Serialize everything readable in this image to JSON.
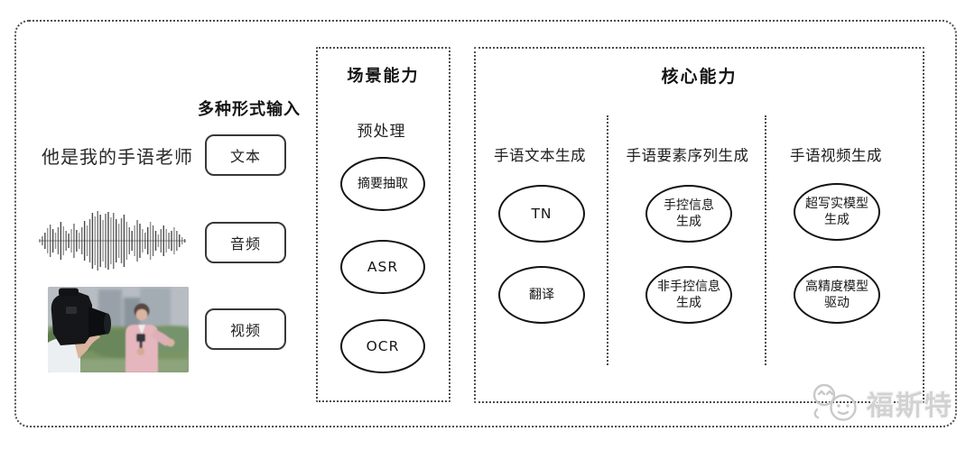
{
  "diagram": {
    "input": {
      "title": "多种形式输入",
      "sample_sentence": "他是我的手语老师",
      "modalities": [
        {
          "label": "文本"
        },
        {
          "label": "音频"
        },
        {
          "label": "视频"
        }
      ]
    },
    "scene": {
      "title": "场景能力",
      "group_label": "预处理",
      "nodes": [
        {
          "label": "摘要抽取"
        },
        {
          "label": "ASR"
        },
        {
          "label": "OCR"
        }
      ]
    },
    "core": {
      "title": "核心能力",
      "columns": [
        {
          "header": "手语文本生成",
          "nodes": [
            {
              "label": "TN"
            },
            {
              "label": "翻译"
            }
          ]
        },
        {
          "header": "手语要素序列生成",
          "nodes": [
            {
              "label": "手控信息\n生成"
            },
            {
              "label": "非手控信息\n生成"
            }
          ]
        },
        {
          "header": "手语视频生成",
          "nodes": [
            {
              "label": "超写实模型\n生成"
            },
            {
              "label": "高精度模型\n驱动"
            }
          ]
        }
      ]
    },
    "watermark": {
      "text": "福斯特",
      "icon": "cat-face-icon"
    },
    "colors": {
      "background": "#ffffff",
      "dotted_line": "#4d4d4d",
      "node_stroke": "#131313",
      "text": "#1f1f1f",
      "watermark": "#d2d2d2"
    }
  }
}
